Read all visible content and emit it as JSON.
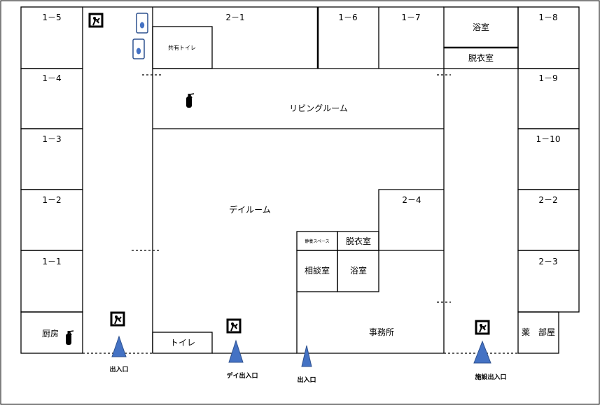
{
  "rooms": {
    "r1_5": "1－5",
    "r1_4": "1－4",
    "r1_3": "1－3",
    "r1_2": "1－2",
    "r1_1": "1－1",
    "kitchen": "厨房",
    "r2_1": "2－1",
    "shared_toilet": "共有トイレ",
    "r1_6": "1－6",
    "r1_7": "1－7",
    "bath_top": "浴室",
    "dressing_top": "脱衣室",
    "r1_8": "1－8",
    "r1_9": "1－9",
    "r1_10": "1－10",
    "r2_2": "2－2",
    "r2_3": "2－3",
    "pharmacy": "薬　部屋",
    "living_room": "リビングルーム",
    "day_room": "デイルーム",
    "r2_4": "2－4",
    "rest_space": "静養スペース",
    "dressing_mid": "脱衣室",
    "consult": "相談室",
    "bath_mid": "浴室",
    "office": "事務所",
    "toilet_bottom": "トイレ"
  },
  "entrances": {
    "left": "出入口",
    "day": "デイ出入口",
    "center": "出入口",
    "facility": "施設出入口"
  },
  "icons": {
    "emergency_exit": "emergency-exit-icon",
    "fire_extinguisher": "fire-extinguisher-icon",
    "door_marker": "door-marker-icon"
  },
  "colors": {
    "entrance_fill": "#4472c4",
    "entrance_stroke": "#2f528f",
    "wall": "#000000",
    "frame": "#000000"
  }
}
